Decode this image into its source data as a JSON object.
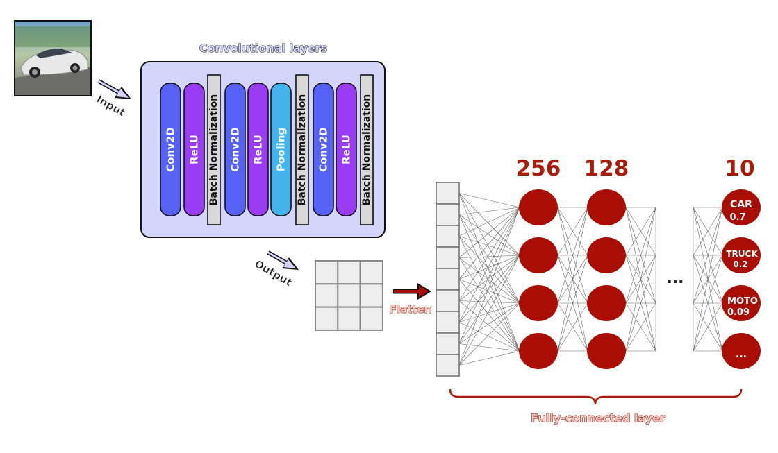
{
  "conv_title": "Convolutional layers",
  "input_label": "Input",
  "output_label": "Output",
  "flatten_label": "Flatten",
  "fc_label": "Fully-connected layer",
  "ellipsis": "...",
  "conv_layers": [
    {
      "label": "Conv2D",
      "kind": "conv"
    },
    {
      "label": "ReLU",
      "kind": "relu"
    },
    {
      "label": "Batch Normalization",
      "kind": "bn"
    },
    {
      "label": "Conv2D",
      "kind": "conv"
    },
    {
      "label": "ReLU",
      "kind": "relu"
    },
    {
      "label": "Pooling",
      "kind": "pool"
    },
    {
      "label": "Batch Normalization",
      "kind": "bn"
    },
    {
      "label": "Conv2D",
      "kind": "conv"
    },
    {
      "label": "ReLU",
      "kind": "relu"
    },
    {
      "label": "Batch Normalization",
      "kind": "bn"
    }
  ],
  "fc_layers": [
    {
      "size": "256"
    },
    {
      "size": "128"
    },
    {
      "size": "10"
    }
  ],
  "outputs": [
    {
      "name": "CAR",
      "prob": "0.7"
    },
    {
      "name": "TRUCK",
      "prob": "0.2"
    },
    {
      "name": "MOTO",
      "prob": "0.09"
    },
    {
      "name": "...",
      "prob": ""
    }
  ],
  "colors": {
    "conv": "#5662f6",
    "relu": "#9a3cf3",
    "pool": "#44b3ee",
    "bn": "#d9d9d9",
    "panel": "#d4d5fb",
    "neuron": "#a80e04",
    "fc_text": "#a81c0c",
    "flatten_arrow": "#a80e04",
    "cell": "#eeeeee"
  }
}
